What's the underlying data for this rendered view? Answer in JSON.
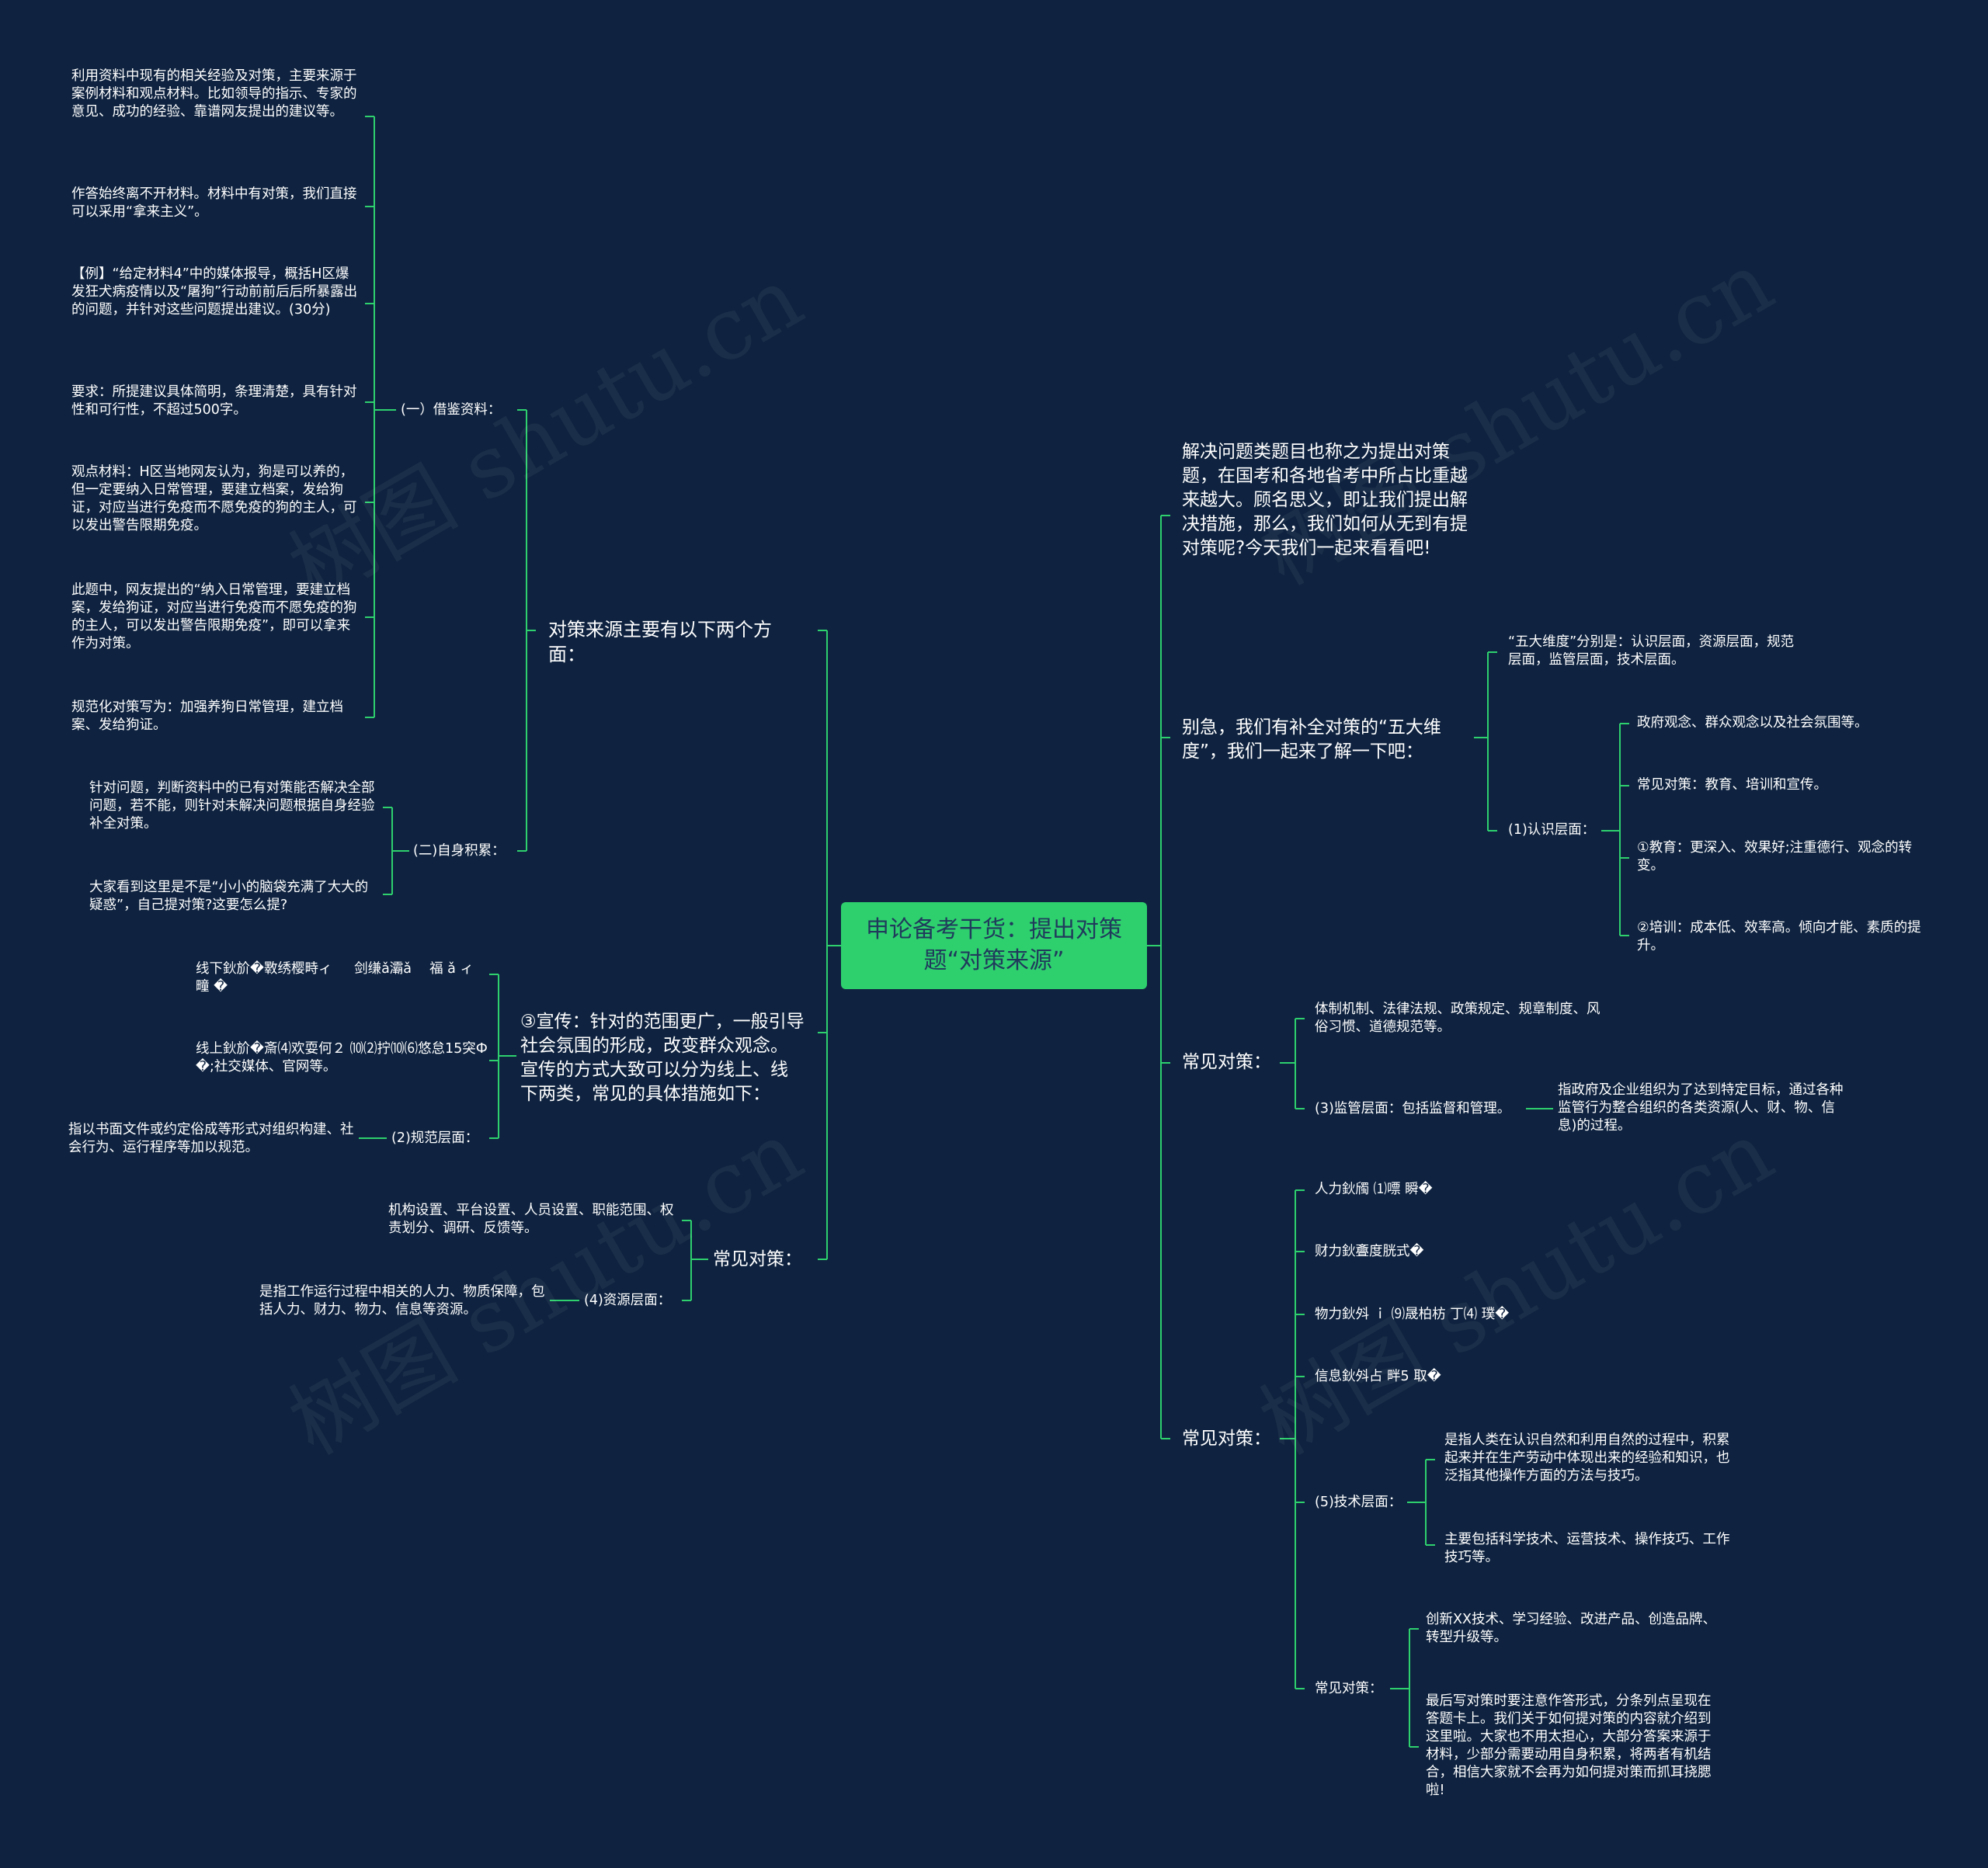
{
  "watermark": "树图 shutu.cn",
  "root": {
    "title": "申论备考干货：提出对策题“对策来源”"
  },
  "left": {
    "source": {
      "label": "对策来源主要有以下两个方面：",
      "borrow": {
        "label": "(一）借鉴资料：",
        "items": [
          "利用资料中现有的相关经验及对策，主要来源于案例材料和观点材料。比如领导的指示、专家的意见、成功的经验、靠谱网友提出的建议等。",
          "作答始终离不开材料。材料中有对策，我们直接可以采用“拿来主义”。",
          "【例】“给定材料4”中的媒体报导，概括H区爆发狂犬病疫情以及“屠狗”行动前前后后所暴露出的问题，并针对这些问题提出建议。(30分)",
          "要求：所提建议具体简明，条理清楚，具有针对性和可行性，不超过500字。",
          "观点材料：H区当地网友认为，狗是可以养的，但一定要纳入日常管理，要建立档案，发给狗证，对应当进行免疫而不愿免疫的狗的主人，可以发出警告限期免疫。",
          "此题中，网友提出的“纳入日常管理，要建立档案，发给狗证，对应当进行免疫而不愿免疫的狗的主人，可以发出警告限期免疫”，即可以拿来作为对策。",
          "规范化对策写为：加强养狗日常管理，建立档案、发给狗证。"
        ]
      },
      "self": {
        "label": "(二)自身积累：",
        "items": [
          "针对问题，判断资料中的已有对策能否解决全部问题，若不能，则针对未解决问题根据自身经验补全对策。",
          "大家看到这里是不是“小小的脑袋充满了大大的疑惑”，自己提对策?这要怎么提?"
        ]
      }
    },
    "publicity": {
      "label": "③宣传：针对的范围更广，一般引导社会氛围的形成，改变群众观念。宣传的方式大致可以分为线上、线下两类，常见的具体措施如下：",
      "items": [
        "线下鈥斺�斁绣樱畤ィ 　 剑缣ǎ灞ǎ　 福 ǎ ィ 疃 �",
        "线上鈥斺�斎⑷欢耍何２ ⑽⑵拧⑽⑹悠怠15突Ф�;社交媒体、官网等。"
      ],
      "norm": {
        "label": "(2)规范层面：",
        "desc": "指以书面文件或约定俗成等形式对组织构建、社会行为、运行程序等加以规范。"
      }
    },
    "common": {
      "label": "常见对策：",
      "items": [
        "机构设置、平台设置、人员设置、职能范围、权责划分、调研、反馈等。"
      ],
      "resource": {
        "label": "(4)资源层面：",
        "desc": "是指工作运行过程中相关的人力、物质保障，包括人力、财力、物力、信息等资源。"
      }
    }
  },
  "right": {
    "intro": "解决问题类题目也称之为提出对策题，在国考和各地省考中所占比重越来越大。顾名思义，即让我们提出解决措施，那么，我们如何从无到有提对策呢?今天我们一起来看看吧!",
    "five": {
      "label": "别急，我们有补全对策的“五大维度”，我们一起来了解一下吧：",
      "dims": "“五大维度”分别是：认识层面，资源层面，规范层面，监管层面，技术层面。",
      "cognition": {
        "label": "(1)认识层面：",
        "items": [
          "政府观念、群众观念以及社会氛围等。",
          "常见对策：教育、培训和宣传。",
          "①教育：更深入、效果好;注重德行、观念的转变。",
          "②培训：成本低、效率高。倾向才能、素质的提升。"
        ]
      }
    },
    "common1": {
      "label": "常见对策：",
      "items": [
        "体制机制、法律法规、政策规定、规章制度、风俗习惯、道德规范等。"
      ],
      "supervise": {
        "label": "(3)监管层面：包括监督和管理。",
        "desc": "指政府及企业组织为了达到特定目标，通过各种监管行为整合组织的各类资源(人、财、物、信息)的过程。"
      }
    },
    "common2": {
      "label": "常见对策：",
      "items": [
        "人力鈥斶 ⑴嘌 瞬�",
        "财力鈥斖度胱式�",
        "物力鈥斘 ｉ ⑼晟柏枋 丁⑷ 璞�",
        "信息鈥斘占 畔5 取�"
      ],
      "tech": {
        "label": "(5)技术层面：",
        "items": [
          "是指人类在认识自然和利用自然的过程中，积累起来并在生产劳动中体现出来的经验和知识，也泛指其他操作方面的方法与技巧。",
          "主要包括科学技术、运营技术、操作技巧、工作技巧等。"
        ]
      },
      "techCommon": {
        "label": "常见对策：",
        "items": [
          "创新XX技术、学习经验、改进产品、创造品牌、转型升级等。",
          "最后写对策时要注意作答形式，分条列点呈现在答题卡上。我们关于如何提对策的内容就介绍到这里啦。大家也不用太担心，大部分答案来源于材料，少部分需要动用自身积累，将两者有机结合，相信大家就不会再为如何提对策而抓耳挠腮啦!"
        ]
      }
    }
  },
  "colors": {
    "background": "#0f2340",
    "line": "#2ed06e",
    "root": "#2ed06e",
    "text": "#ffffff"
  }
}
